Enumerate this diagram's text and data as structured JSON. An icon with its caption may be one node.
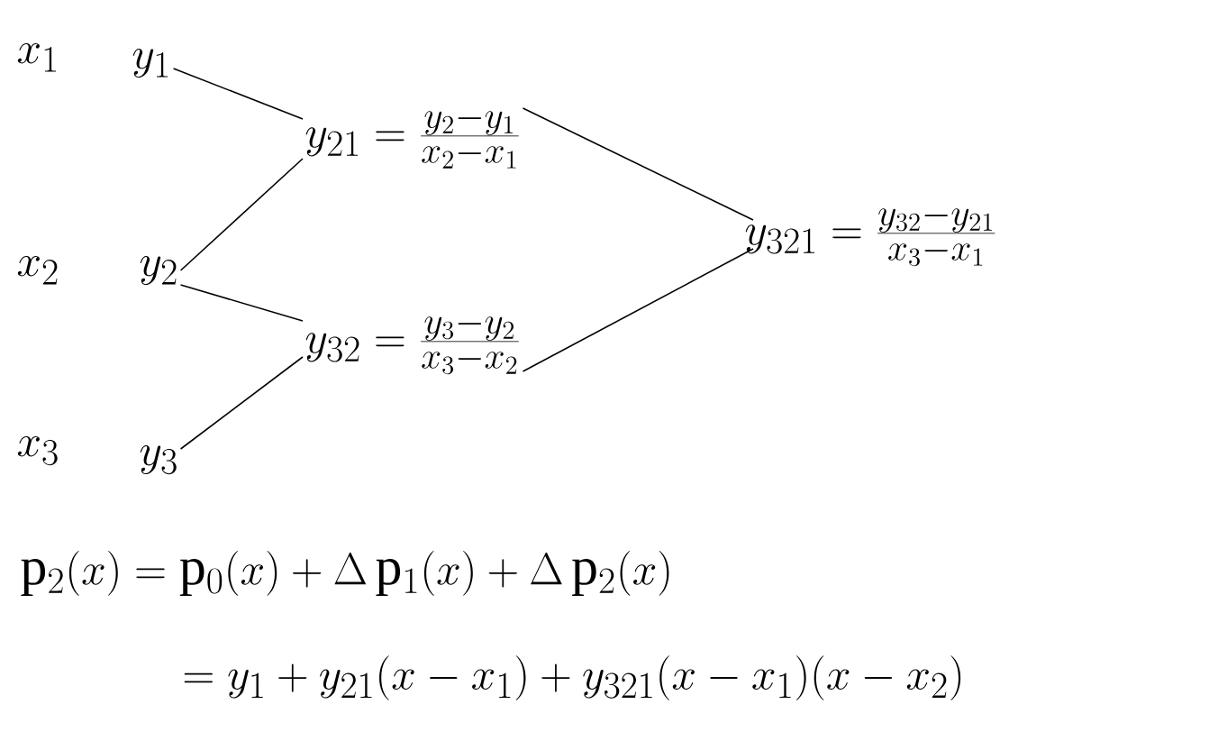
{
  "diagram": {
    "nodes": [
      {
        "text": [
          "y_1"
        ]
      },
      {
        "text": [
          "y_2"
        ]
      },
      {
        "text": [
          "y_3"
        ]
      },
      {
        "text": [
          "y_{21} = \\frac{y_2 - y_1}{x_2 - x_1}"
        ]
      },
      {
        "text": [
          "y_{32} = \\frac{y_3 - y_2}{x_3 - x_2}"
        ]
      },
      {
        "text": [
          "y_{321} = \\frac{y_{32} - y_{21}}{x_3 - x_1}"
        ]
      }
    ],
    "edges": [
      {
        "from": 0,
        "to": 3,
        "arrow": "none"
      },
      {
        "from": 1,
        "to": 3,
        "arrow": "none"
      },
      {
        "from": 1,
        "to": 4,
        "arrow": "none"
      },
      {
        "from": 2,
        "to": 4,
        "arrow": "none"
      },
      {
        "from": 3,
        "to": 5,
        "arrow": "none"
      },
      {
        "from": 4,
        "to": 5,
        "arrow": "none"
      }
    ],
    "labels": [
      "x_1",
      "x_2",
      "x_3",
      "\\mathrm{p}_2(x) = \\mathrm{p}_0(x) + \\Delta\\,\\mathrm{p}_1(x) + \\Delta\\,\\mathrm{p}_2(x)",
      "= y_1 + y_{21}(x - x_1) + y_{321}(x - x_1)(x - x_2)"
    ]
  }
}
